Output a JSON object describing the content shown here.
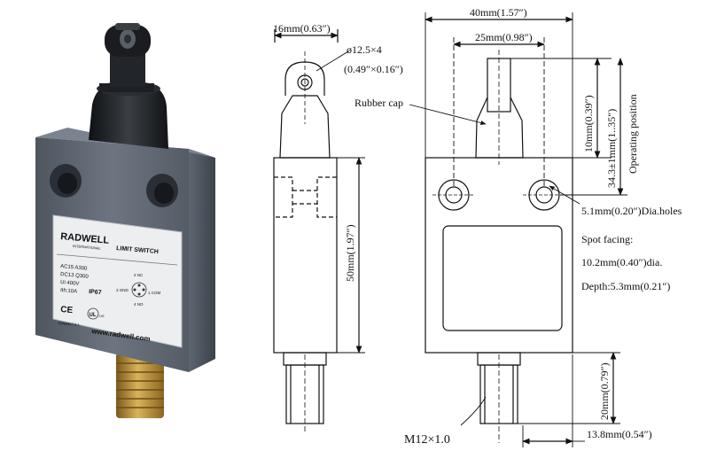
{
  "product_photo": {
    "brand": "RADWELL",
    "brand_sub": "INTERNATIONAL",
    "title": "LIMIT SWITCH",
    "ratings": [
      "AC15 A300",
      "DC13 Q300",
      "Ui 400V",
      "Ith:10A"
    ],
    "ip_rating": "IP67",
    "pins": {
      "top": "2 NC",
      "left": "3 GND",
      "right": "1 COM",
      "bottom": "4 NO"
    },
    "cert_ce": "CE",
    "cert_ul": "UL",
    "cert_ul_suffix": "US",
    "standard": "EN60947-5-1",
    "website": "www.radwell.com"
  },
  "side_view": {
    "width_dim": "16mm(0.63″)",
    "roller_dim_line1": "ø12.5×4",
    "roller_dim_line2": "(0.49″×0.16″)",
    "body_height_dim": "50mm(1.97″)"
  },
  "front_view": {
    "total_width_dim": "40mm(1.57″)",
    "hole_spacing_dim": "25mm(0.98″)",
    "rubber_cap_label": "Rubber cap",
    "plunger_dim": "10mm(0.39″)",
    "operating_dim": "34.3±1mm(1..35″)",
    "operating_label": "Operating position",
    "holes_note": [
      "5.1mm(0.20″)Dia.holes",
      "Spot facing:",
      "10.2mm(0.40″)dia.",
      "Depth:5.3mm(0.21″)"
    ],
    "thread_length_dim": "20mm(0.79″)",
    "thread_label": "M12×1.0",
    "thread_offset_dim": "13.8mm(0.54″)"
  }
}
